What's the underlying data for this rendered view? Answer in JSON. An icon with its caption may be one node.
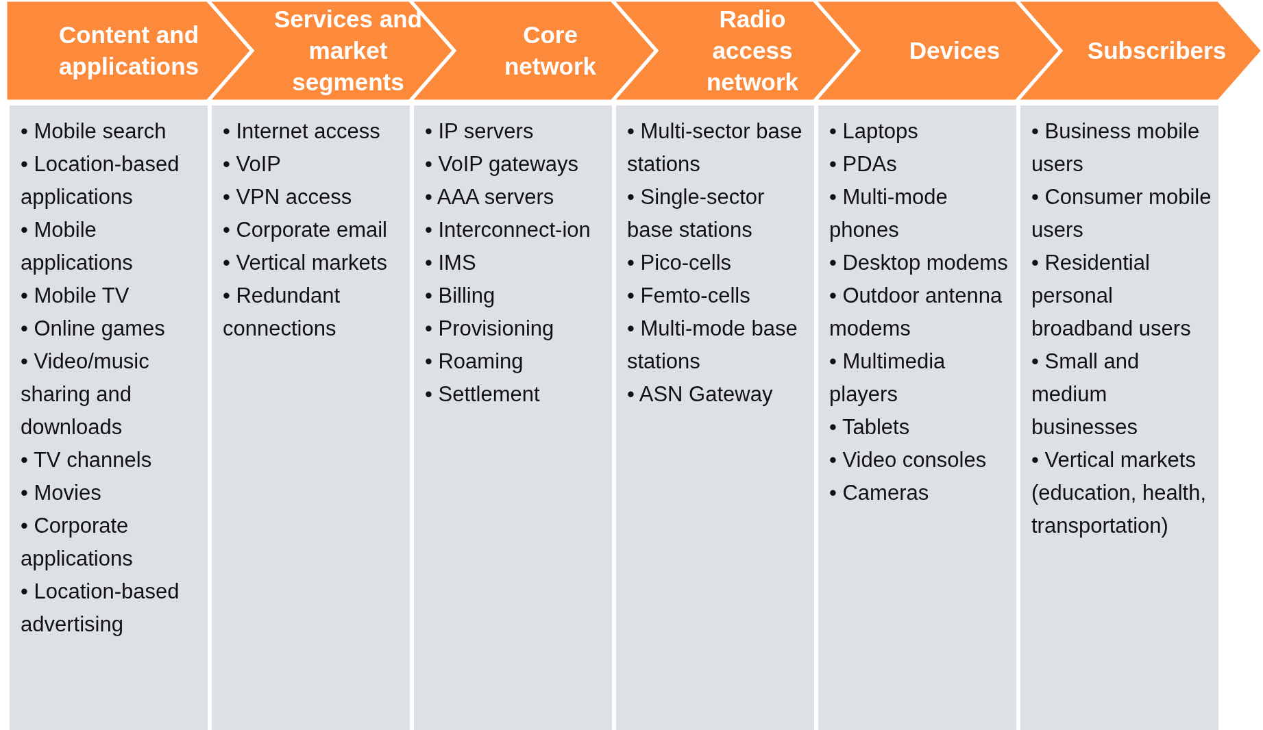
{
  "diagram": {
    "nodes": [
      {
        "text": [
          "Content and applications"
        ]
      },
      {
        "text": [
          "Services and market segments"
        ]
      },
      {
        "text": [
          "Core network"
        ]
      },
      {
        "text": [
          "Radio access network"
        ]
      },
      {
        "text": [
          "Devices"
        ]
      },
      {
        "text": [
          "Subscribers"
        ]
      },
      {
        "text": [
          "• Mobile search",
          "• Location-based applications",
          "• Mobile applications",
          "• Mobile TV",
          "• Online games",
          "• Video/music sharing and downloads",
          "• TV channels",
          "• Movies",
          "• Corporate applications",
          "• Location-based advertising"
        ]
      },
      {
        "text": [
          "• Internet access",
          "• VoIP",
          "• VPN access",
          "• Corporate email",
          "• Vertical markets",
          "• Redundant connections"
        ]
      },
      {
        "text": [
          "• IP servers",
          "• VoIP gateways",
          "• AAA servers",
          "• Interconnect-ion",
          "• IMS",
          "• Billing",
          "• Provisioning",
          "• Roaming",
          "• Settlement"
        ]
      },
      {
        "text": [
          "• Multi-sector base stations",
          "• Single-sector base stations",
          "• Pico-cells",
          "• Femto-cells",
          "• Multi-mode base stations",
          "• ASN Gateway"
        ]
      },
      {
        "text": [
          "• Laptops",
          "• PDAs",
          "• Multi-mode phones",
          "• Desktop modems",
          "• Outdoor antenna modems",
          "• Multimedia players",
          "• Tablets",
          "• Video consoles",
          "• Cameras"
        ]
      },
      {
        "text": [
          "• Business mobile users",
          "• Consumer mobile users",
          "• Residential personal broadband users",
          "• Small and medium businesses",
          "• Vertical markets (education, health, transportation)"
        ]
      }
    ],
    "edges": []
  }
}
